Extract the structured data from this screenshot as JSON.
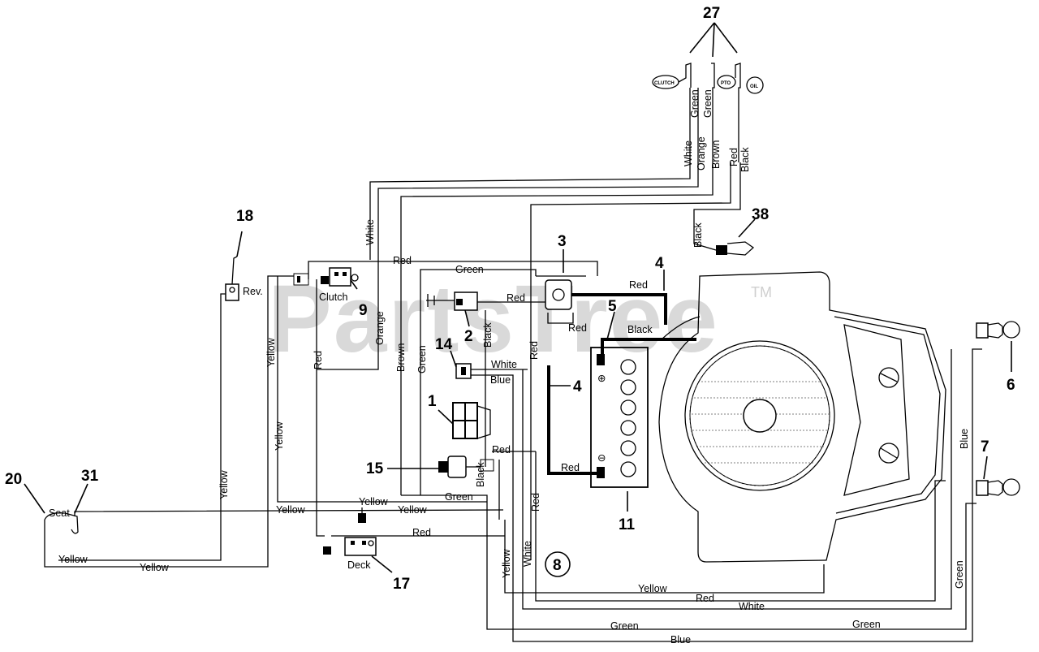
{
  "watermark": {
    "text": "PartsTree",
    "trademark": "TM"
  },
  "callouts": {
    "n1": "1",
    "n2": "2",
    "n3": "3",
    "n4a": "4",
    "n4b": "4",
    "n5": "5",
    "n6": "6",
    "n7": "7",
    "n8": "8",
    "n9": "9",
    "n11": "11",
    "n14": "14",
    "n15": "15",
    "n17": "17",
    "n18": "18",
    "n20": "20",
    "n27": "27",
    "n31": "31",
    "n38": "38"
  },
  "wire_labels": {
    "white": "White",
    "orange": "Orange",
    "brown": "Brown",
    "red": "Red",
    "black": "Black",
    "green": "Green",
    "yellow": "Yellow",
    "blue": "Blue"
  },
  "component_labels": {
    "rev": "Rev.",
    "clutch": "Clutch",
    "seat": "Seat",
    "deck": "Deck",
    "lamp_clutch": "CLUTCH",
    "lamp_pto": "PTO",
    "lamp_oil": "OIL"
  }
}
